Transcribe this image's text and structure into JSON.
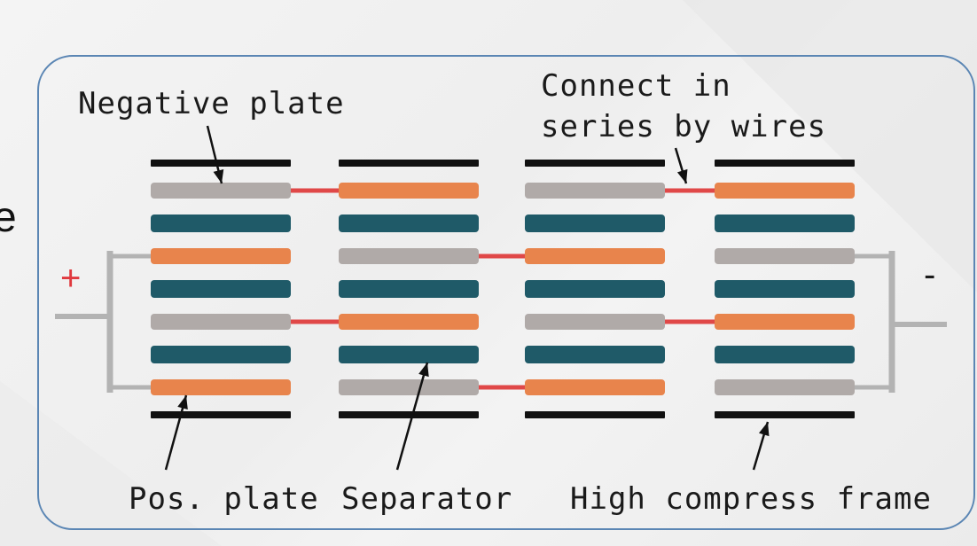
{
  "edge_text": "e",
  "labels": {
    "negative_plate": "Negative plate",
    "connect_line1": "Connect in",
    "connect_line2": "series by wires",
    "pos_plate": "Pos. plate",
    "separator": "Separator",
    "high_compress_frame": "High compress frame"
  },
  "terminals": {
    "positive": "+",
    "negative": "-"
  },
  "colors": {
    "frame_bar": "#111111",
    "negative_plate": "#b0aaa8",
    "positive_plate": "#e8844c",
    "separator": "#1f5a68",
    "series_wire": "#e04848",
    "terminal_wire": "#b3b3b3",
    "outline": "#5b86b4"
  }
}
